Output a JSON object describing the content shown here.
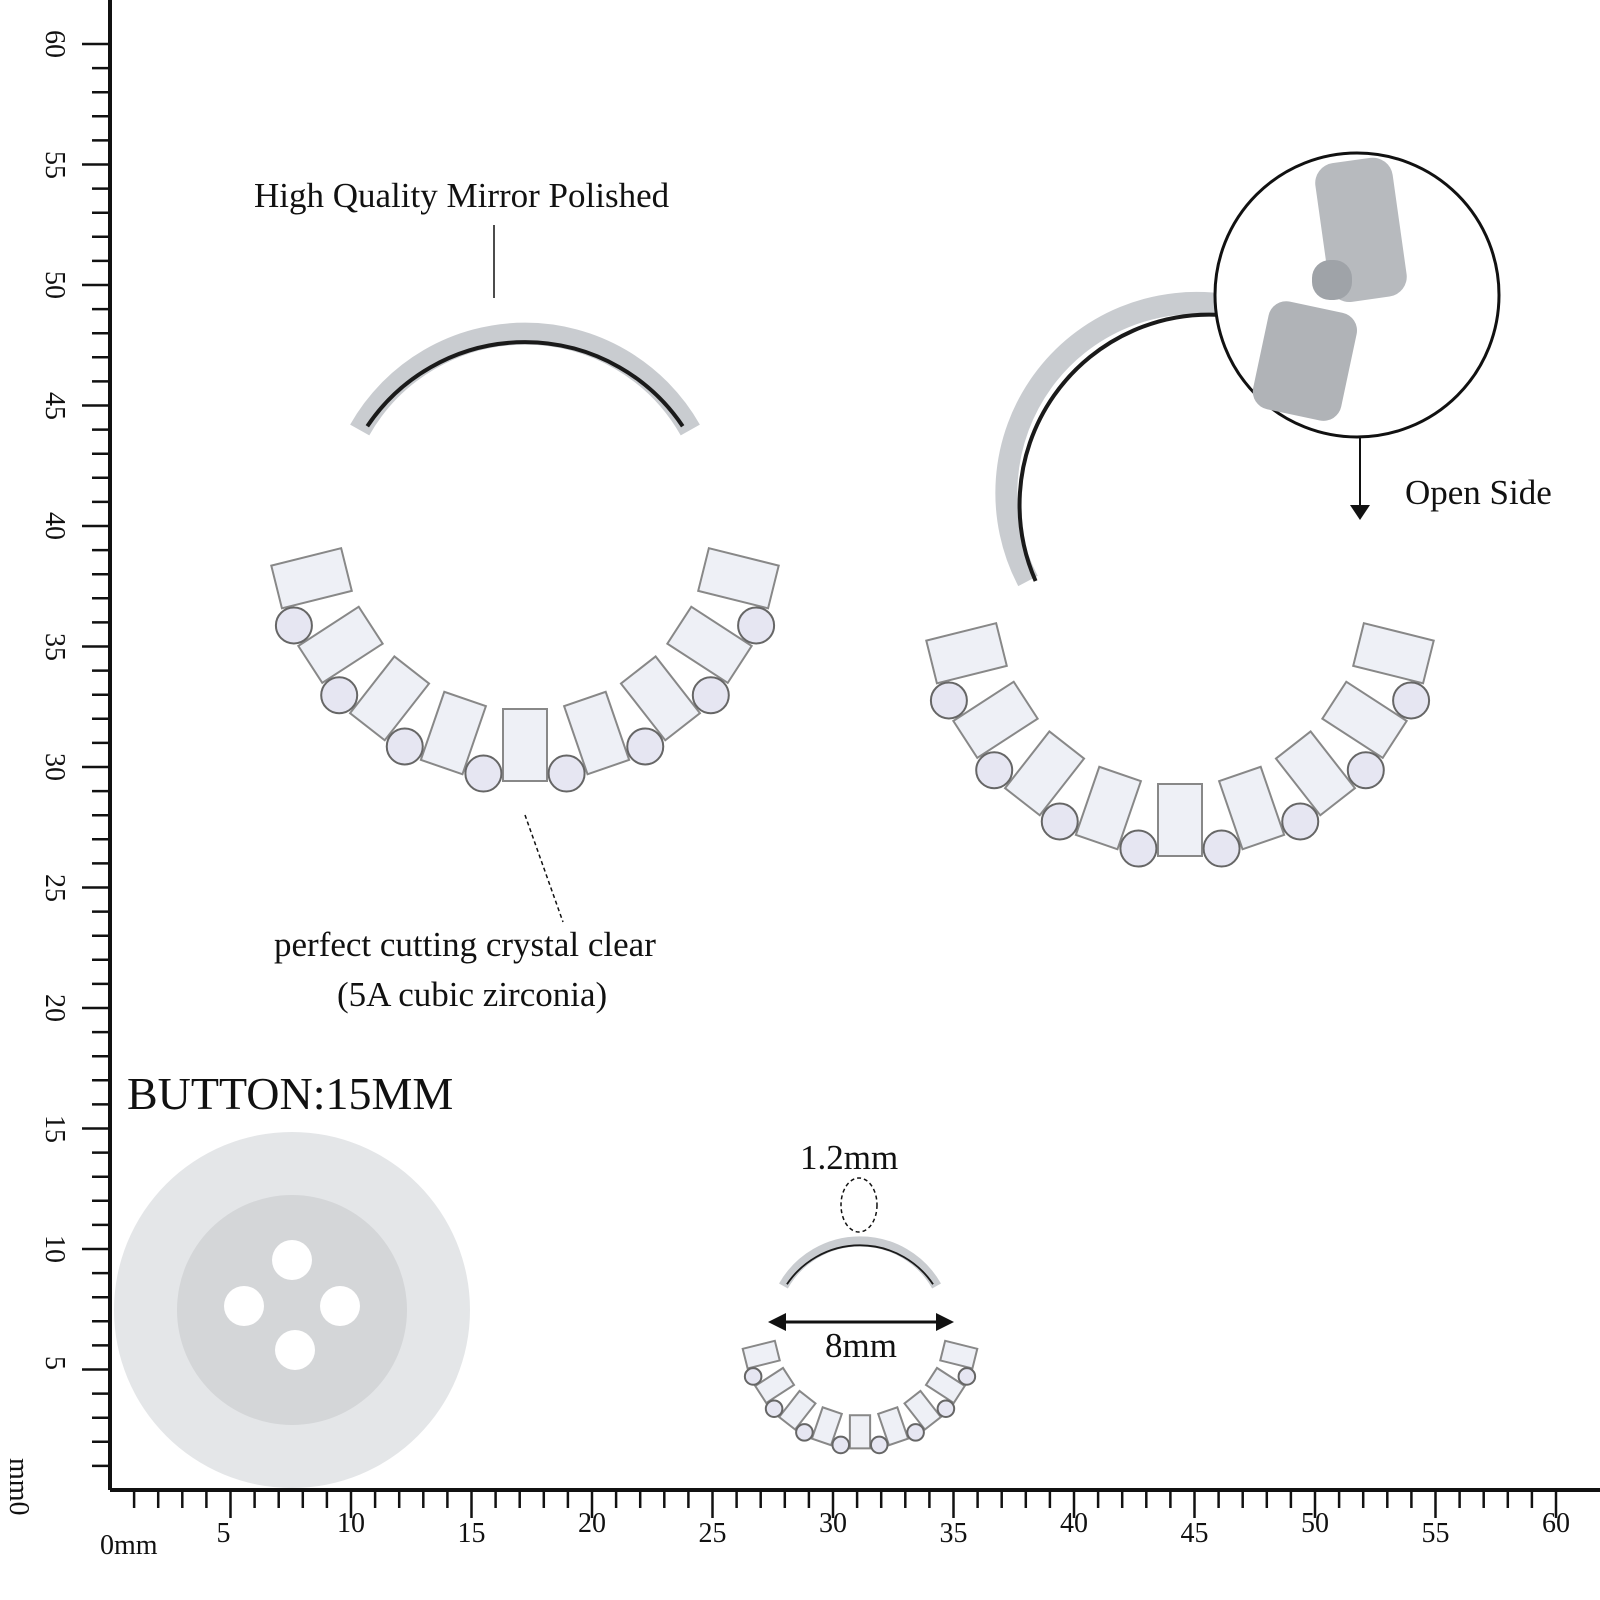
{
  "annotations": {
    "polish": "High Quality Mirror Polished",
    "crystal_line1": "perfect cutting crystal clear",
    "crystal_line2": "(5A cubic zirconia)",
    "open_side": "Open Side",
    "button": "BUTTON:15MM",
    "wire_gauge": "1.2mm",
    "inner_diameter": "8mm"
  },
  "ruler": {
    "unit_label": "0mm",
    "vertical_unit_label": "mm0",
    "labels": [
      "5",
      "10",
      "15",
      "20",
      "25",
      "30",
      "35",
      "40",
      "45",
      "50",
      "55",
      "60"
    ],
    "max_mm": 60
  },
  "colors": {
    "metal": "#c9ccd0",
    "metal_dark": "#1a1a1a",
    "gem": "#eef0f6",
    "button": "#e2e4e6"
  }
}
